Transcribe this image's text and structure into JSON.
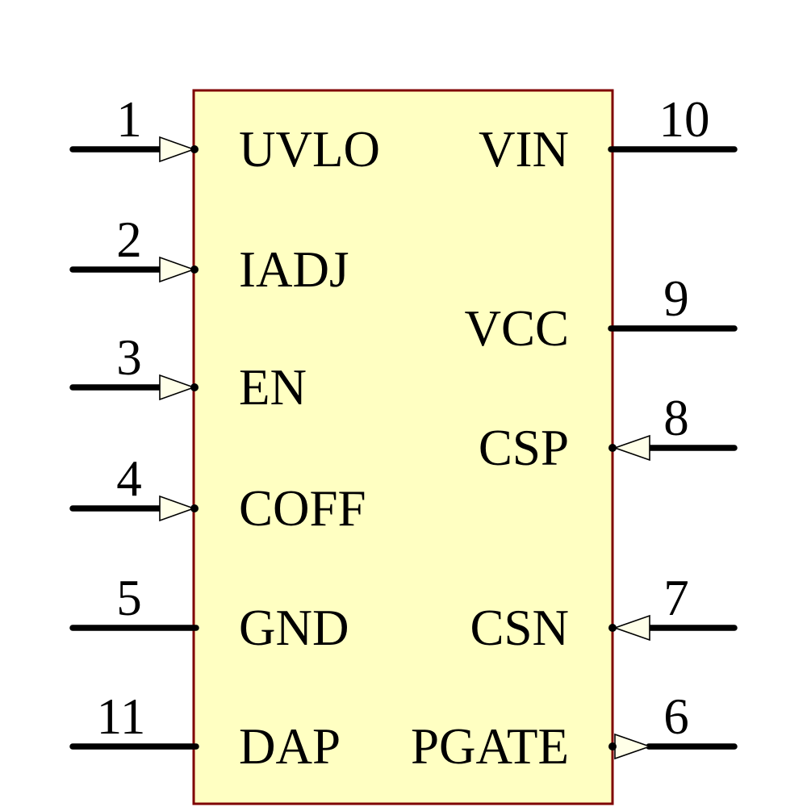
{
  "symbol": {
    "kind": "ic-schematic-symbol",
    "body_fill": "#FFFFC2",
    "body_border_color": "#7F0000",
    "arrow_fill": "#FFFFE8",
    "pin_line_color": "#000000",
    "text_color": "#000000",
    "pins_left": [
      {
        "number": "1",
        "label": "UVLO",
        "direction": "input"
      },
      {
        "number": "2",
        "label": "IADJ",
        "direction": "input"
      },
      {
        "number": "3",
        "label": "EN",
        "direction": "input"
      },
      {
        "number": "4",
        "label": "COFF",
        "direction": "input"
      },
      {
        "number": "5",
        "label": "GND",
        "direction": "passive"
      },
      {
        "number": "11",
        "label": "DAP",
        "direction": "passive"
      }
    ],
    "pins_right": [
      {
        "number": "10",
        "label": "VIN",
        "direction": "passive"
      },
      {
        "number": "9",
        "label": "VCC",
        "direction": "passive"
      },
      {
        "number": "8",
        "label": "CSP",
        "direction": "input"
      },
      {
        "number": "7",
        "label": "CSN",
        "direction": "input"
      },
      {
        "number": "6",
        "label": "PGATE",
        "direction": "output"
      }
    ]
  }
}
